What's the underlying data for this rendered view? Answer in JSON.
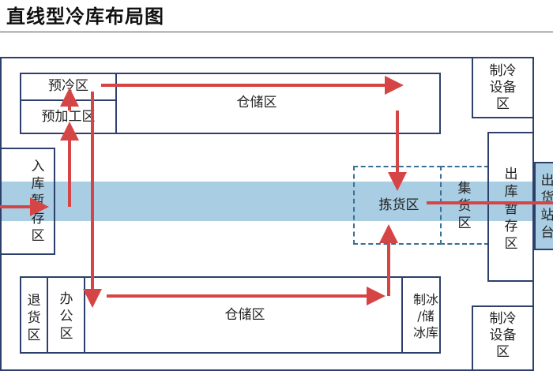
{
  "title": "直线型冷库布局图",
  "zones": {
    "precool": "预冷区",
    "preprocess": "预加工区",
    "storage_top": "仓储区",
    "storage_bottom": "仓储区",
    "refrig_equip_top": "制冷\n设备\n区",
    "refrig_equip_bottom": "制冷\n设备\n区",
    "inbound_temp": "入库暂存区",
    "picking": "拣货区",
    "consolidation": "集货区",
    "outbound_temp": "出库暂存区",
    "shipping_platform": "出货站台",
    "returns": "退货区",
    "office": "办公区",
    "ice_storage": "制冰\n/储\n冰库"
  },
  "colors": {
    "arrow": "#d64545",
    "border": "#2d3f6b",
    "band": "#a9cde3"
  }
}
